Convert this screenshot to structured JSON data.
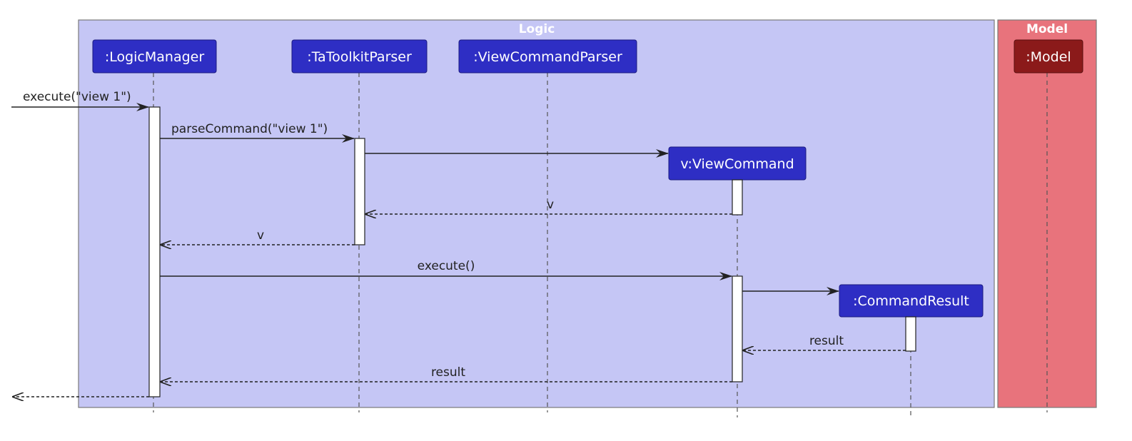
{
  "groups": {
    "logic": {
      "title": "Logic",
      "color": "#c5c6f5"
    },
    "model": {
      "title": "Model",
      "color": "#e8737c"
    }
  },
  "participants": {
    "logic_manager": ":LogicManager",
    "ta_toolkit_parser": ":TaToolkitParser",
    "view_command_parser": ":ViewCommandParser",
    "view_command": "v:ViewCommand",
    "command_result": ":CommandResult",
    "model": ":Model"
  },
  "messages": {
    "execute_in": "execute(\"view 1\")",
    "parse_command": "parseCommand(\"view 1\")",
    "create_view_command": "",
    "return_v_parser": "v",
    "return_v_manager": "v",
    "execute": "execute()",
    "create_result": "",
    "return_result_command": "result",
    "return_result_manager": "result",
    "return_out": ""
  },
  "colors": {
    "participant": "#2e2ec4",
    "model_participant": "#8b1a1a",
    "line": "#222222"
  }
}
